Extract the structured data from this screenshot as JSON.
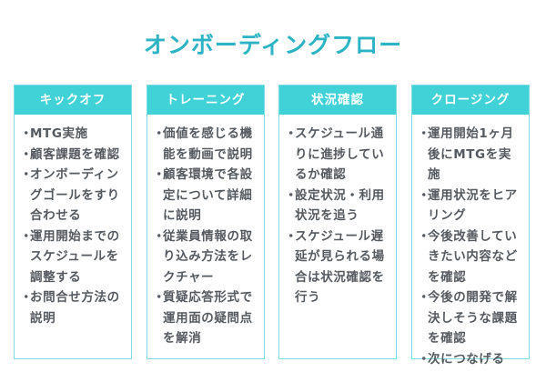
{
  "title": "オンボーディングフロー",
  "columns": [
    {
      "header": "キックオフ",
      "items": [
        "MTG実施",
        "顧客課題を確認",
        "オンボーディングゴールをすり合わせる",
        "運用開始までのスケジュールを調整する",
        "お問合せ方法の説明"
      ]
    },
    {
      "header": "トレーニング",
      "items": [
        "価値を感じる機能を動画で説明",
        "顧客環境で各設定について詳細に説明",
        "従業員情報の取り込み方法をレクチャー",
        "質疑応答形式で運用面の疑問点を解消"
      ]
    },
    {
      "header": "状況確認",
      "items": [
        "スケジュール通りに進捗しているか確認",
        "設定状況・利用状況を追う",
        "スケジュール遅延が見られる場合は状況確認を行う"
      ]
    },
    {
      "header": "クロージング",
      "items": [
        "運用開始1ヶ月後にMTGを実施",
        "運用状況をヒアリング",
        "今後改善していきたい内容などを確認",
        "今後の開発で解決しそうな課題を確認",
        "次につなげる"
      ]
    }
  ],
  "bullet": "・"
}
